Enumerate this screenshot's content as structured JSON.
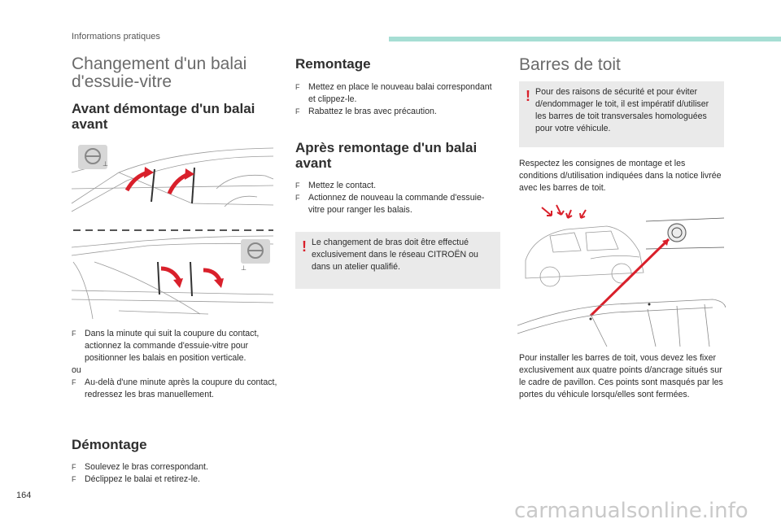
{
  "header": {
    "section": "Informations pratiques",
    "accent_color": "#a6ded4"
  },
  "col1": {
    "title_line1": "Changement d'un balai",
    "title_line2": "d'essuie-vitre",
    "sub1_line1": "Avant démontage d'un balai",
    "sub1_line2": "avant",
    "bullet_marker": "F",
    "bullets1": [
      "Dans la minute qui suit la coupure du contact, actionnez la commande d'essuie-vitre pour positionner les balais en position verticale.",
      "Au-delà d'une minute après la coupure du contact, redressez les bras manuellement."
    ],
    "ou": "ou",
    "sub2": "Démontage",
    "bullets2": [
      "Soulevez le bras correspondant.",
      "Déclippez le balai et retirez-le."
    ]
  },
  "col2": {
    "sub1": "Remontage",
    "bullets1": [
      "Mettez en place le nouveau balai correspondant et clippez-le.",
      "Rabattez le bras avec précaution."
    ],
    "sub2_line1": "Après remontage d'un balai",
    "sub2_line2": "avant",
    "bullets2": [
      "Mettez le contact.",
      "Actionnez de nouveau la commande d'essuie-vitre pour ranger les balais."
    ],
    "warning": "Le changement de bras doit être effectué exclusivement dans le réseau CITROËN ou dans un atelier qualifié."
  },
  "col3": {
    "title": "Barres de toit",
    "warning": "Pour des raisons de sécurité et pour éviter d/endommager le toit, il est impératif d/utiliser les barres de toit transversales homologuées pour votre véhicule.",
    "para1": "Respectez les consignes de montage et les conditions d/utilisation indiquées dans la notice livrée avec les barres de toit.",
    "para2": "Pour installer les barres de toit, vous devez les fixer exclusivement aux quatre points d/ancrage situés sur le cadre de pavillon. Ces points sont masqués par les portes du véhicule lorsqu/elles sont fermées."
  },
  "warning_symbol": "!",
  "warning_color": "#d9202b",
  "page_number": "164",
  "watermark": "carmanualsonline.info"
}
